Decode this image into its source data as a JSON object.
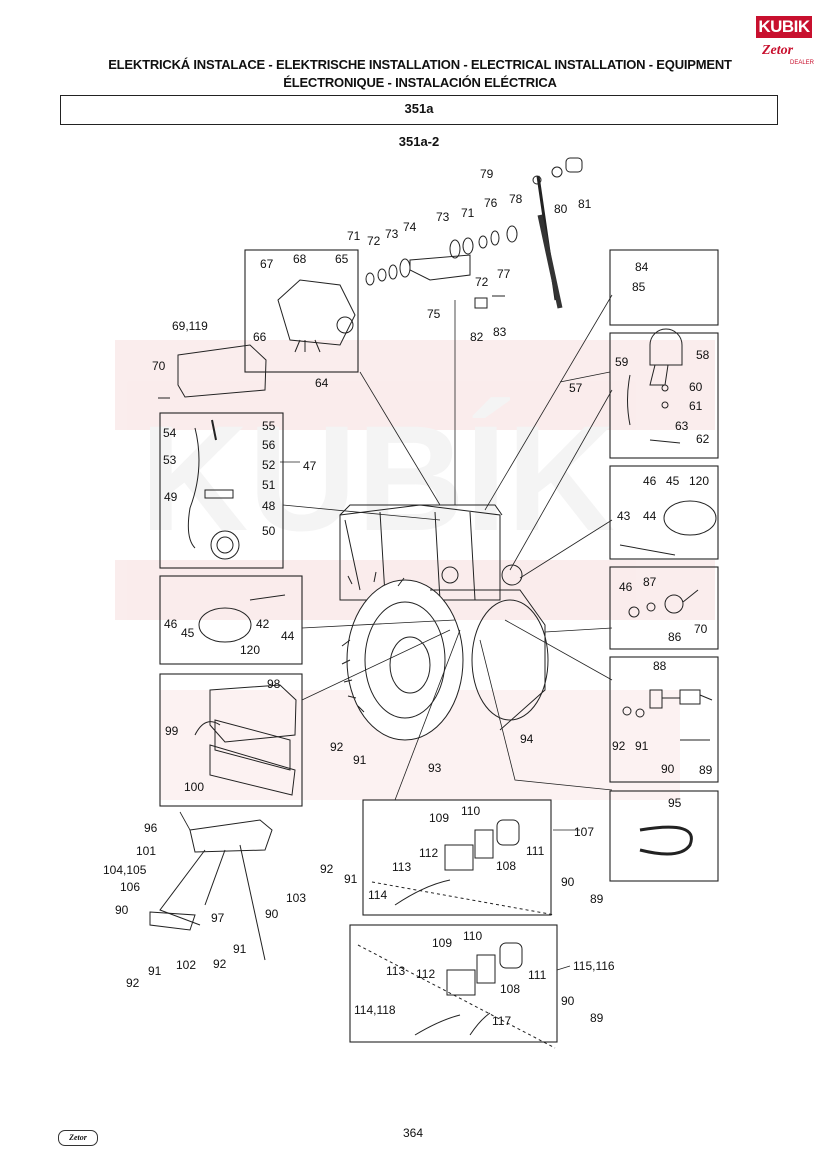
{
  "header": {
    "title_line1": "ELEKTRICKÁ INSTALACE - ELEKTRISCHE INSTALLATION - ELECTRICAL INSTALLATION - EQUIPMENT",
    "title_line2": "ÉLECTRONIQUE - INSTALACIÓN ELÉCTRICA",
    "section": "351a",
    "subsection": "351a-2"
  },
  "logo": {
    "brand": "KUBIK",
    "sub": "Zetor",
    "tag": "DEALER",
    "color": "#c8102e"
  },
  "watermark": {
    "text": "KUBÍK",
    "color": "#f3d6d6"
  },
  "labels": {
    "l79": "79",
    "l80": "80",
    "l81": "81",
    "l76": "76",
    "l78": "78",
    "l71a": "71",
    "l73a": "73",
    "l71b": "71",
    "l72a": "72",
    "l73b": "73",
    "l74": "74",
    "l72b": "72",
    "l77": "77",
    "l75": "75",
    "l82": "82",
    "l83": "83",
    "l67": "67",
    "l68": "68",
    "l65": "65",
    "l66": "66",
    "l64": "64",
    "l69": "69,119",
    "l70a": "70",
    "l84": "84",
    "l85": "85",
    "l59": "59",
    "l58": "58",
    "l57": "57",
    "l60": "60",
    "l61": "61",
    "l63": "63",
    "l62": "62",
    "l55": "55",
    "l54": "54",
    "l56": "56",
    "l53": "53",
    "l52": "52",
    "l47": "47",
    "l51": "51",
    "l49": "49",
    "l48": "48",
    "l50": "50",
    "l46a": "46",
    "l45a": "45",
    "l120a": "120",
    "l43": "43",
    "l44a": "44",
    "l46b": "46",
    "l45b": "45",
    "l42": "42",
    "l44b": "44",
    "l120b": "120",
    "l46c": "46",
    "l87": "87",
    "l86": "86",
    "l70b": "70",
    "l98": "98",
    "l99": "99",
    "l100": "100",
    "l88": "88",
    "l92a": "92",
    "l91a": "91",
    "l90a": "90",
    "l89a": "89",
    "l94": "94",
    "l93": "93",
    "l92b": "92",
    "l91b": "91",
    "l95": "95",
    "l96": "96",
    "l101": "101",
    "l104": "104,105",
    "l106": "106",
    "l90b": "90",
    "l97": "97",
    "l103": "103",
    "l90c": "90",
    "l91c": "91",
    "l92c": "92",
    "l102": "102",
    "l92d": "92",
    "l109a": "109",
    "l110a": "110",
    "l107": "107",
    "l112a": "112",
    "l111a": "111",
    "l113a": "113",
    "l108a": "108",
    "l92e": "92",
    "l91e": "91",
    "l114a": "114",
    "l90d": "90",
    "l89b": "89",
    "l109b": "109",
    "l110b": "110",
    "l115": "115,116",
    "l113b": "113",
    "l112b": "112",
    "l111b": "111",
    "l108b": "108",
    "l114b": "114,118",
    "l117": "117",
    "l90e": "90",
    "l89c": "89"
  },
  "footer": {
    "page": "364",
    "brand": "Zetor"
  }
}
